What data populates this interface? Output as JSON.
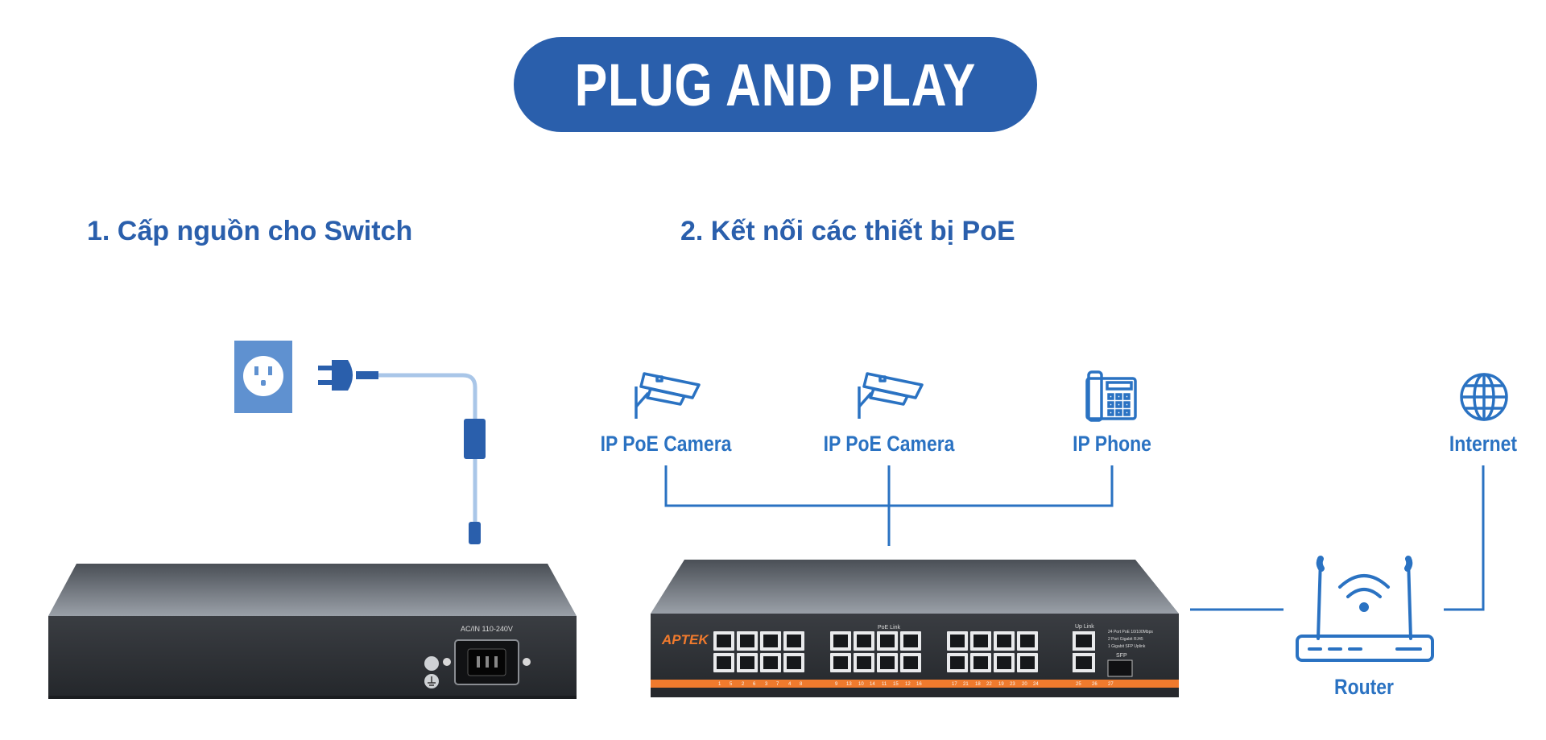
{
  "title": "PLUG AND PLAY",
  "steps": [
    {
      "label": "1. Cấp nguồn cho Switch"
    },
    {
      "label": "2. Kết nối các thiết bị PoE"
    }
  ],
  "devices": {
    "camera_1": "IP PoE Camera",
    "camera_2": "IP PoE Camera",
    "phone": "IP Phone",
    "internet": "Internet",
    "router": "Router"
  },
  "switch_back": {
    "power_label": "AC/IN 110-240V"
  },
  "switch_front": {
    "brand": "APTEK",
    "poe_link_label": "PoE Link",
    "uplink_label": "Up Link",
    "sfp_label": "SFP",
    "spec_lines": [
      "24 Port PoE 10/100Mbps",
      "2 Port Gigabit RJ45",
      "1 Gigabit SFP Uplink"
    ],
    "port_numbers": [
      "1",
      "2",
      "3",
      "4",
      "5",
      "6",
      "7",
      "8",
      "9",
      "10",
      "11",
      "12",
      "13",
      "14",
      "15",
      "16",
      "17",
      "18",
      "19",
      "20",
      "21",
      "22",
      "23",
      "24",
      "25",
      "26",
      "27"
    ]
  },
  "colors": {
    "primary": "#2a5fac",
    "accent": "#2a72c2",
    "line": "#2a72c2",
    "cable": "#a9c6e8",
    "outlet": "#5f91d0",
    "switch_body": "#2f3236",
    "switch_stripe": "#f07a2d"
  }
}
